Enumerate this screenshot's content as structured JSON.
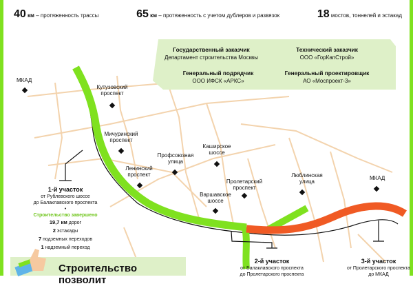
{
  "stats": [
    {
      "value": "40",
      "unit": "км",
      "text": "– протяженность трассы"
    },
    {
      "value": "65",
      "unit": "км",
      "text": "– протяженность с учетом дублеров и развязок"
    },
    {
      "value": "18",
      "unit": "",
      "text": "мостов, тоннелей и эстакад"
    }
  ],
  "info": [
    {
      "role": "Государственный заказчик",
      "org": "Департамент строительства Москвы"
    },
    {
      "role": "Технический заказчик",
      "org": "ООО «ГорКапСтрой»"
    },
    {
      "role": "Генеральный подрядчик",
      "org": "ООО ИФСК «АРКС»"
    },
    {
      "role": "Генеральный проектировщик",
      "org": "АО «Моспроект-3»"
    }
  ],
  "map_labels": {
    "mkad_west": "МКАД",
    "kutuzovsky": "Кутузовский проспект",
    "michurinsky": "Мичуринский проспект",
    "leninsky": "Ленинский проспект",
    "profsoyuznaya": "Профсоюзная улица",
    "kashirskoe": "Каширское шоссе",
    "varshavskoe": "Варшавское шоссе",
    "proletarsky": "Пролетарский проспект",
    "lyublinskaya": "Люблинская улица",
    "mkad_east": "МКАД"
  },
  "sections": {
    "s1": {
      "title": "1-й участок",
      "l1": "от Рублевского шоссе",
      "l2": "до Балаклавского проспекта",
      "status": "Строительство завершено",
      "facts": [
        {
          "n": "19,7 км",
          "t": "дорог"
        },
        {
          "n": "2",
          "t": "эстакады"
        },
        {
          "n": "7",
          "t": "подземных переходов"
        },
        {
          "n": "1",
          "t": "надземный переход"
        }
      ]
    },
    "s2": {
      "title": "2-й участок",
      "l1": "от Балаклавского проспекта",
      "l2": "до Пролетарского проспекта"
    },
    "s3": {
      "title": "3-й участок",
      "l1": "от Пролетарского проспекта",
      "l2": "до МКАД"
    }
  },
  "banner": {
    "text": "Строительство позволит",
    "icon": "thumbs-up-icon"
  },
  "colors": {
    "completed": "#7fe11f",
    "in_progress": "#f05a24",
    "roads": "#f3d3ad",
    "panel": "#def0c8"
  }
}
